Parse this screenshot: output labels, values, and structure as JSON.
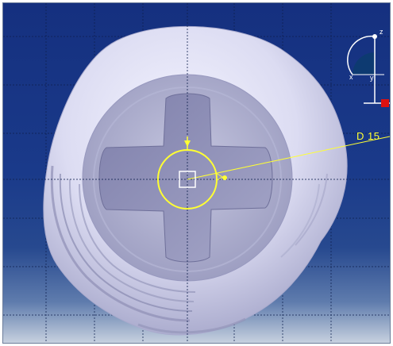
{
  "viewport": {
    "background_top": "#15307f",
    "background_bottom": "#c7d1df",
    "grid_color": "#0e1f4d"
  },
  "part": {
    "shape": "screw-head-with-cross-recess",
    "body_color": "#d9d9f0",
    "shade_color": "#8e8fb5"
  },
  "dimension": {
    "label": "D 15",
    "color": "#ffff33"
  },
  "compass": {
    "axis_z": "z",
    "axis_x": "x",
    "axis_y": "y",
    "icon": "compass-icon"
  }
}
